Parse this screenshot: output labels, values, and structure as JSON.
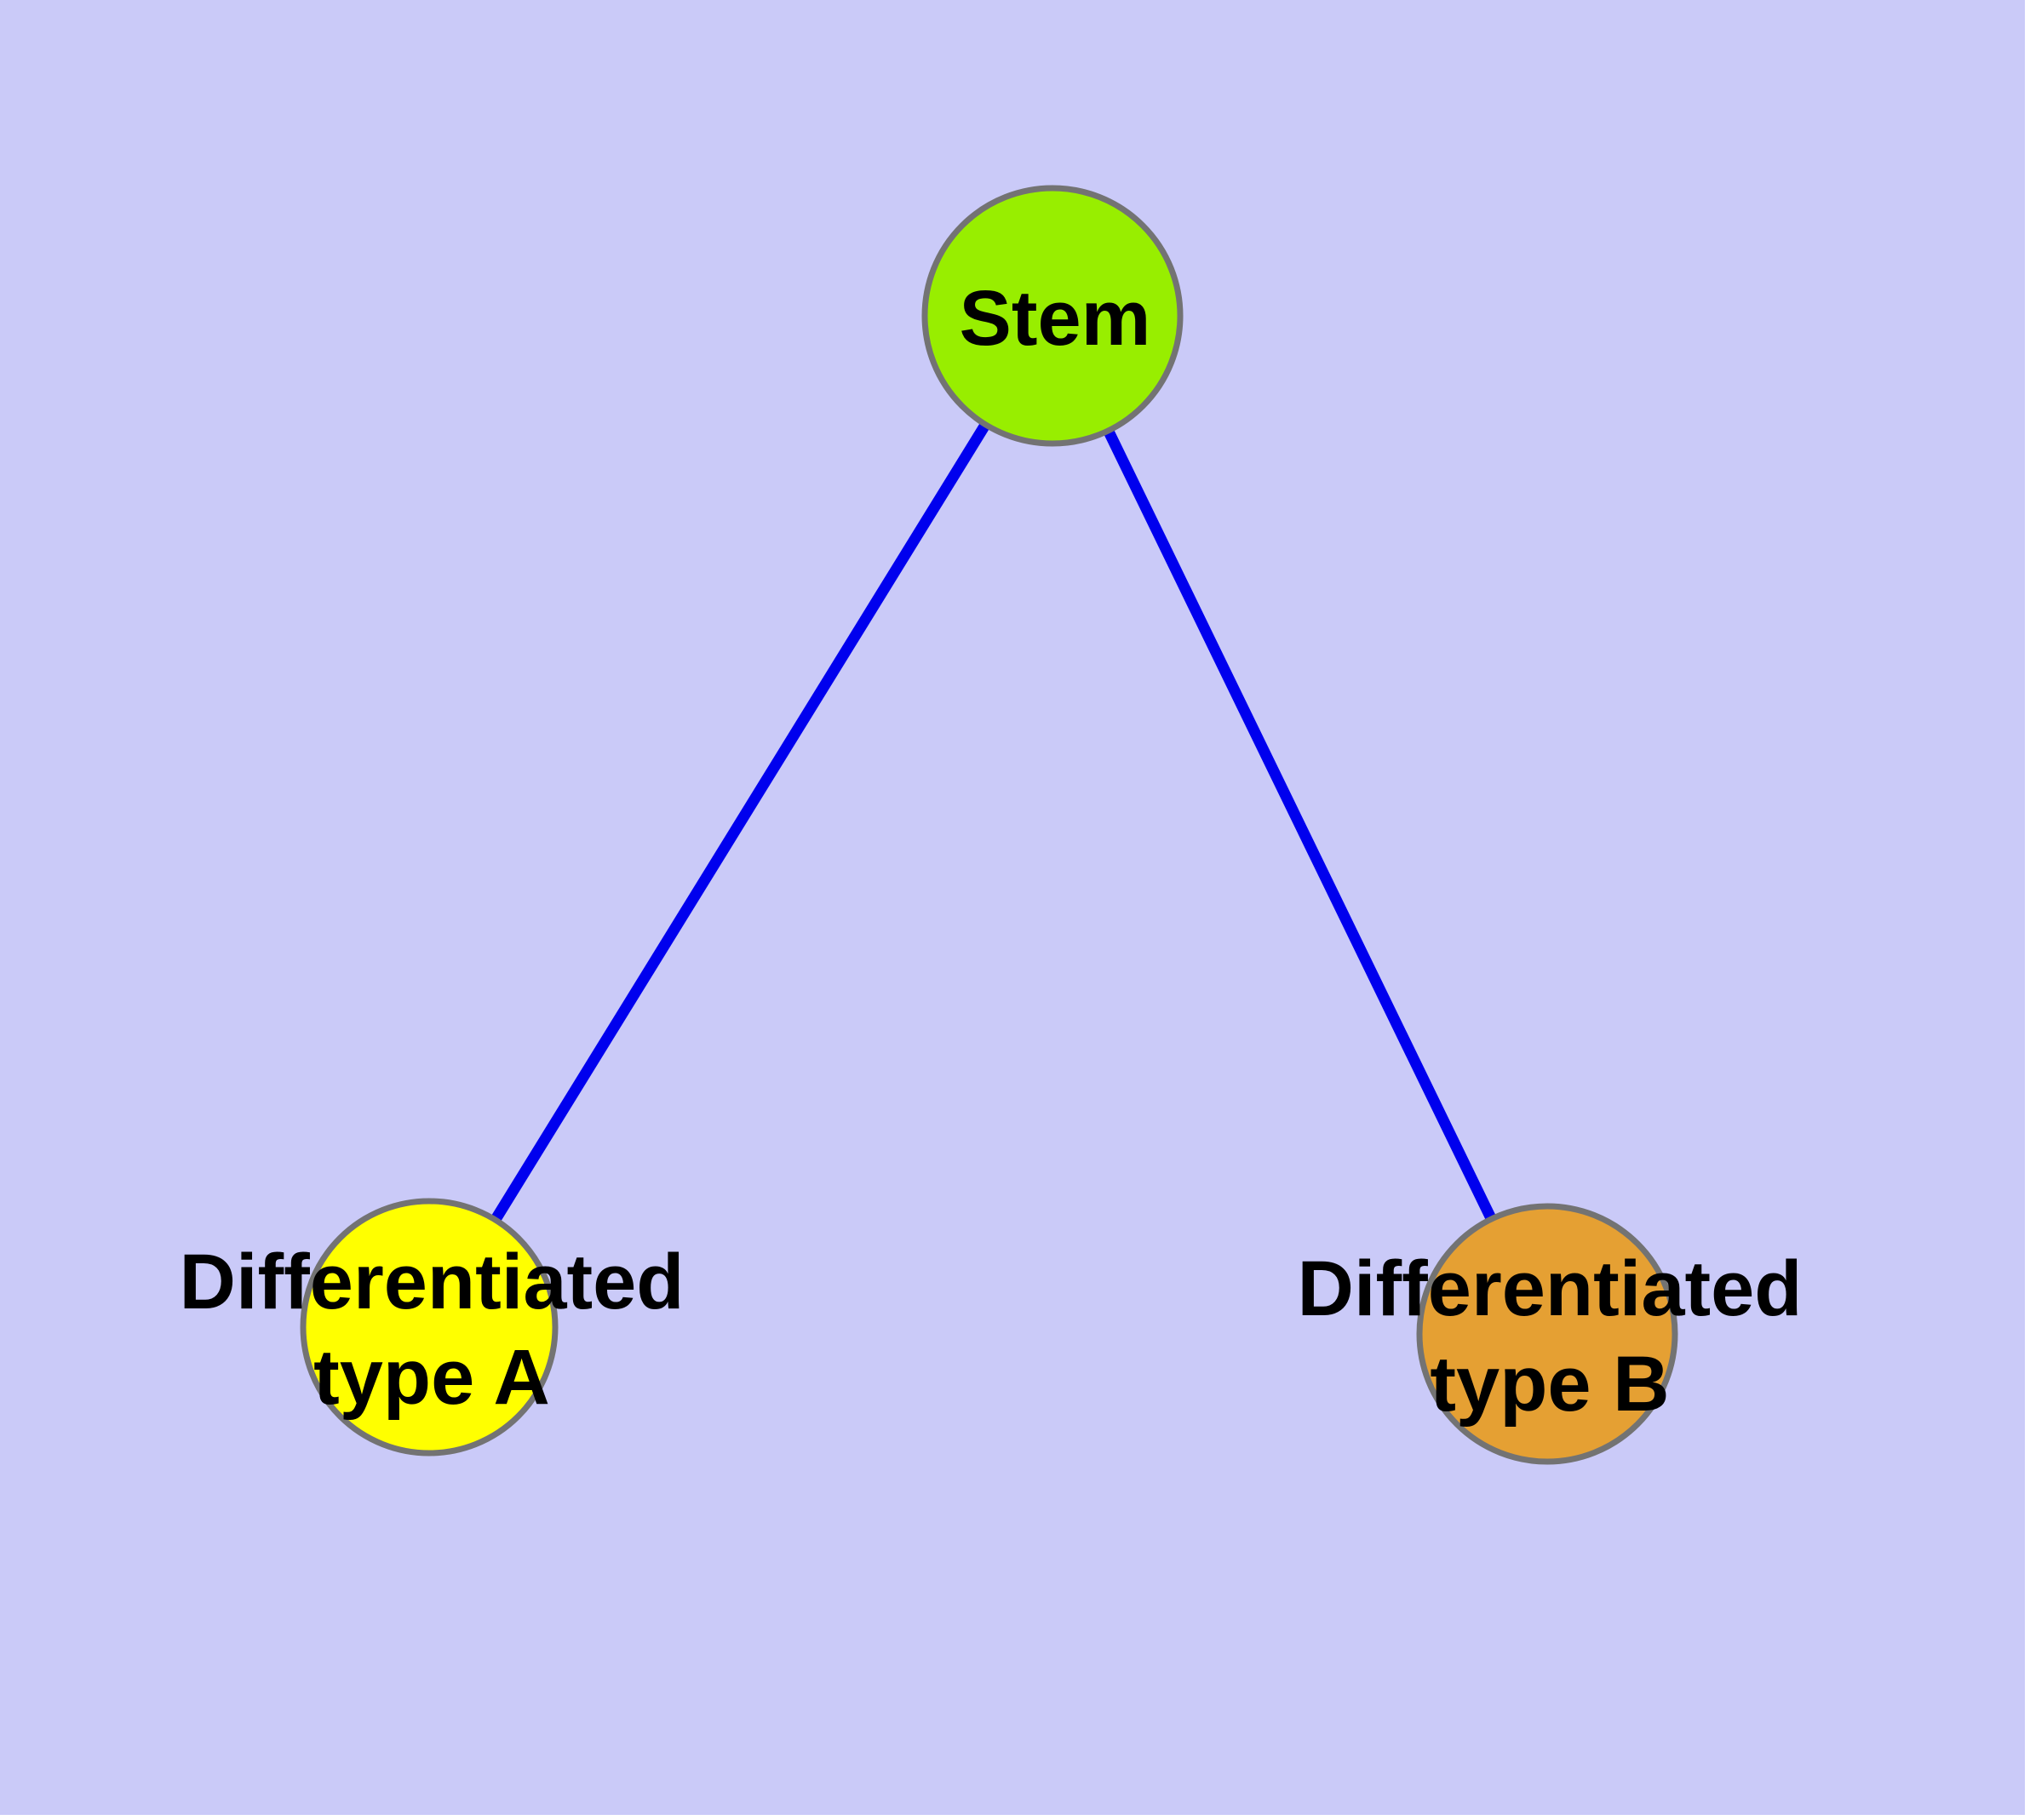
{
  "diagram": {
    "type": "graph",
    "description": "Cell differentiation tree: a Stem node with two child nodes",
    "colors": {
      "background": "#CACAF8",
      "frame": "#FFFFFF",
      "edge": "#0000EE",
      "node_border": "#737373",
      "label_text": "#000000",
      "stem_fill": "#98EE00",
      "type_a_fill": "#FFFF00",
      "type_b_fill": "#E5A033"
    },
    "nodes": [
      {
        "id": "stem",
        "label": "Stem",
        "lines": [
          "Stem"
        ],
        "fill": "#98EE00"
      },
      {
        "id": "differentiated-type-a",
        "label": "Differentiated type A",
        "lines": [
          "Differentiated",
          "type A"
        ],
        "fill": "#FFFF00"
      },
      {
        "id": "differentiated-type-b",
        "label": "Differentiated type B",
        "lines": [
          "Differentiated",
          "type B"
        ],
        "fill": "#E5A033"
      }
    ],
    "edges": [
      {
        "from": "Stem",
        "to": "Differentiated type A"
      },
      {
        "from": "Stem",
        "to": "Differentiated type B"
      }
    ]
  }
}
